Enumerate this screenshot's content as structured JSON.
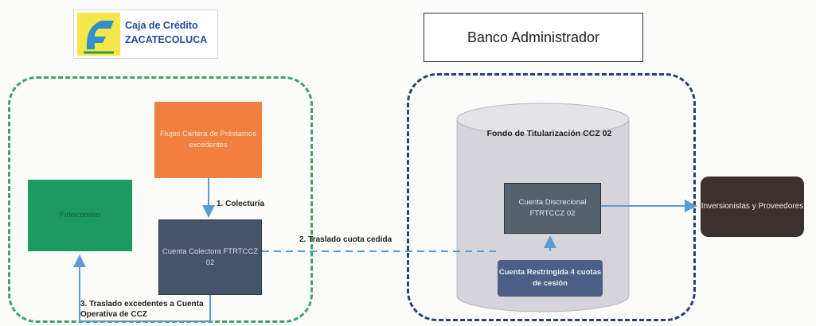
{
  "header": {
    "logo_line1": "Caja de Crédito",
    "logo_line2": "ZACATECOLUCA",
    "banco": "Banco Administrador"
  },
  "nodes": {
    "flujos": "Flujos Cartera de Préstamos excedentes",
    "fideicomiso": "Fideicomiso",
    "colectora": "Cuenta Colectora FTRTCCZ 02",
    "fondo_title": "Fondo de Titularización CCZ 02",
    "discrecional": "Cuenta Discrecional FTRTCCZ 02",
    "restringida": "Cuenta Restringida 4 cuotas de cesión",
    "inversionistas": "Inversionistas y Proveedores"
  },
  "flows": {
    "colecturia": "1. Colecturía",
    "traslado_cuota": "2. Traslado cuota cedida",
    "traslado_excedentes": "3. Traslado excedentes a Cuenta Operativa de CCZ"
  },
  "colors": {
    "orange": "#f08040",
    "green": "#1d9a5f",
    "slate": "#46546b",
    "blue_arrow": "#5b9bd5",
    "dark_brown": "#3b312f",
    "green_dash": "#3aa46e",
    "navy_dash": "#2b4266"
  }
}
